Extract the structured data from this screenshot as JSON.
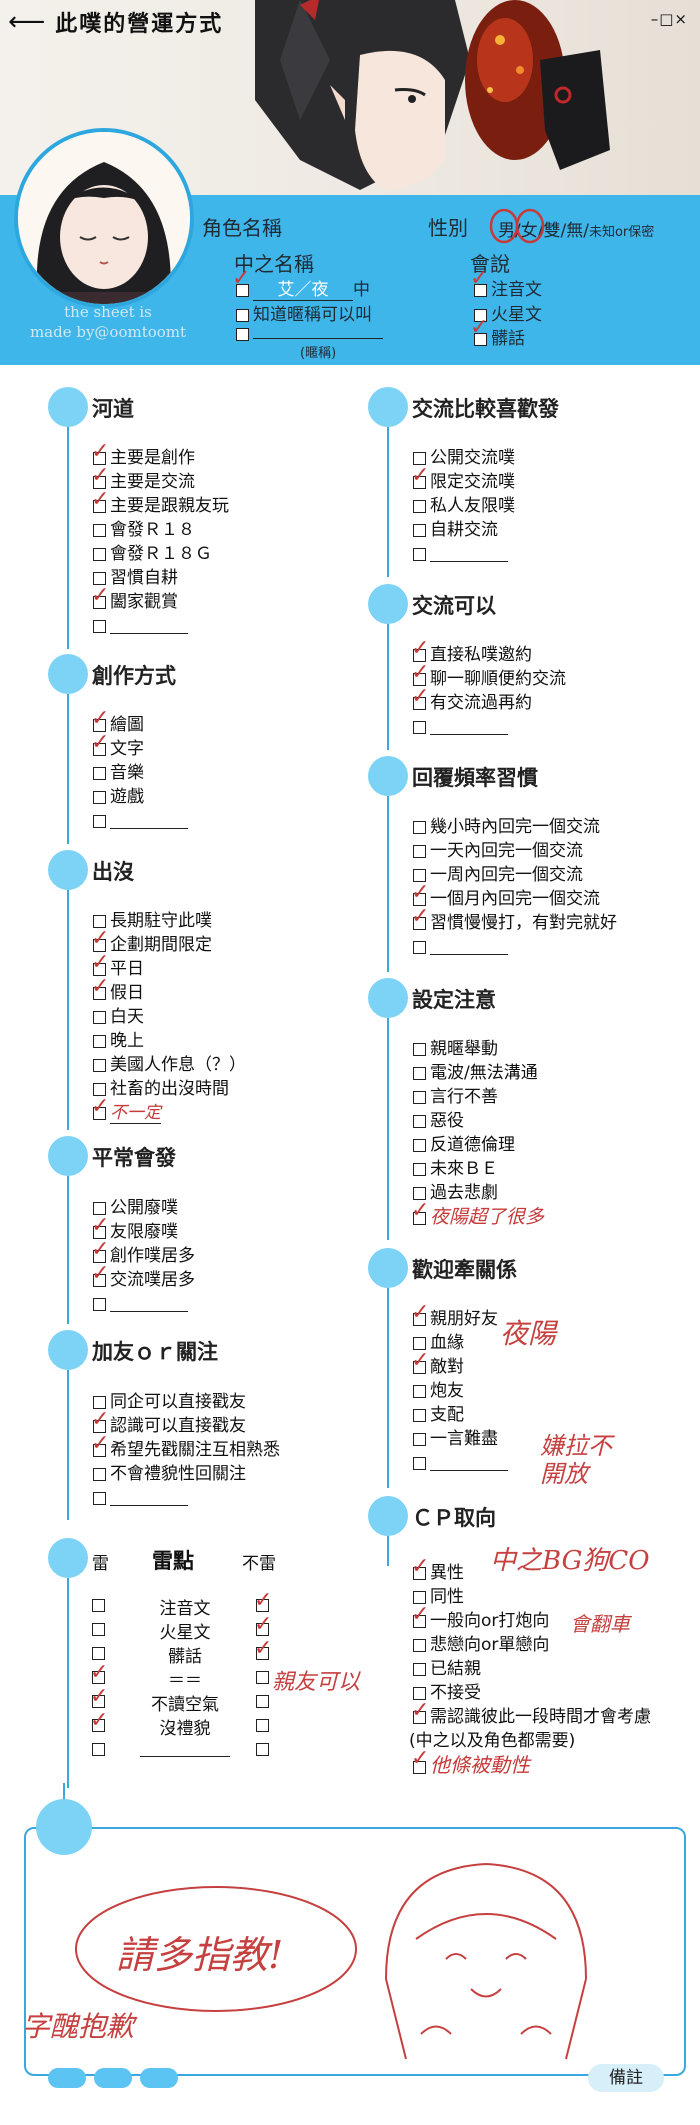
{
  "header": {
    "title": "此噗的營運方式",
    "window_controls": "–□×",
    "made_by": [
      "the sheet is",
      "made by@oomtoomt"
    ],
    "char_name_label": "角色名稱",
    "gender_label": "性別",
    "gender_options": [
      "男",
      "女",
      "雙",
      "無"
    ],
    "gender_unknown": "未知or保密",
    "nakano_label": "中之名稱",
    "nakano_value": "艾／夜",
    "nakano_suffix": "中",
    "call_option": "知道暱稱可以叫",
    "nickname_hint": "(暱稱)",
    "speak_label": "會說",
    "speak_items": [
      "注音文",
      "火星文",
      "髒話"
    ]
  },
  "sections": {
    "hedao": {
      "title": "河道",
      "items": [
        "主要是創作",
        "主要是交流",
        "主要是跟親友玩",
        "會發Ｒ１８",
        "會發Ｒ１８Ｇ",
        "習慣自耕",
        "闔家觀賞",
        ""
      ]
    },
    "create": {
      "title": "創作方式",
      "items": [
        "繪圖",
        "文字",
        "音樂",
        "遊戲",
        ""
      ]
    },
    "appear": {
      "title": "出沒",
      "items": [
        "長期駐守此噗",
        "企劃期間限定",
        "平日",
        "假日",
        "白天",
        "晚上",
        "美國人作息（？）",
        "社畜的出沒時間",
        "不一定"
      ]
    },
    "usual": {
      "title": "平常會發",
      "items": [
        "公開廢噗",
        "友限廢噗",
        "創作噗居多",
        "交流噗居多",
        ""
      ]
    },
    "follow": {
      "title": "加友ｏｒ關注",
      "items": [
        "同企可以直接戳友",
        "認識可以直接戳友",
        "希望先戳關注互相熟悉",
        "不會禮貌性回關注",
        ""
      ]
    },
    "prefer": {
      "title": "交流比較喜歡發",
      "items": [
        "公開交流噗",
        "限定交流噗",
        "私人友限噗",
        "自耕交流",
        ""
      ]
    },
    "canchat": {
      "title": "交流可以",
      "items": [
        "直接私噗邀約",
        "聊一聊順便約交流",
        "有交流過再約",
        ""
      ]
    },
    "reply": {
      "title": "回覆頻率習慣",
      "items": [
        "幾小時內回完一個交流",
        "一天內回完一個交流",
        "一周內回完一個交流",
        "一個月內回完一個交流",
        "習慣慢慢打，有對完就好",
        ""
      ]
    },
    "setting": {
      "title": "設定注意",
      "items": [
        "親暱舉動",
        "電波/無法溝通",
        "言行不善",
        "惡役",
        "反道德倫理",
        "未來ＢＥ",
        "過去悲劇",
        "夜陽超了很多"
      ]
    },
    "welcome": {
      "title": "歡迎牽關係",
      "items": [
        "親朋好友",
        "血緣",
        "敵對",
        "炮友",
        "支配",
        "一言難盡",
        ""
      ]
    },
    "cp": {
      "title": "ＣＰ取向",
      "items": [
        "異性",
        "同性",
        "一般向or打炮向",
        "悲戀向or單戀向",
        "已結親",
        "不接受",
        "需認識彼此一段時間才會考慮",
        "(中之以及角色都需要)",
        "他條被動性"
      ]
    }
  },
  "mines": {
    "col_left": "雷",
    "col_mid": "雷點",
    "col_right": "不雷",
    "rows": [
      "注音文",
      "火星文",
      "髒話",
      "＝＝",
      "不讀空氣",
      "沒禮貌",
      ""
    ]
  },
  "handwriting": {
    "nakano_bg": "中之BG狗CO",
    "cp_note": "會翻車",
    "mine_note": "親友可以",
    "welcome_note": "夜陽",
    "welcome_note2": "嫌拉不開放",
    "note_big": "請多指教!",
    "note_small": "字醜抱歉"
  },
  "footer": {
    "remark": "備註"
  },
  "colors": {
    "accent": "#3fb6ea",
    "dot": "#7dd3f5",
    "ink": "#c63a3a"
  }
}
